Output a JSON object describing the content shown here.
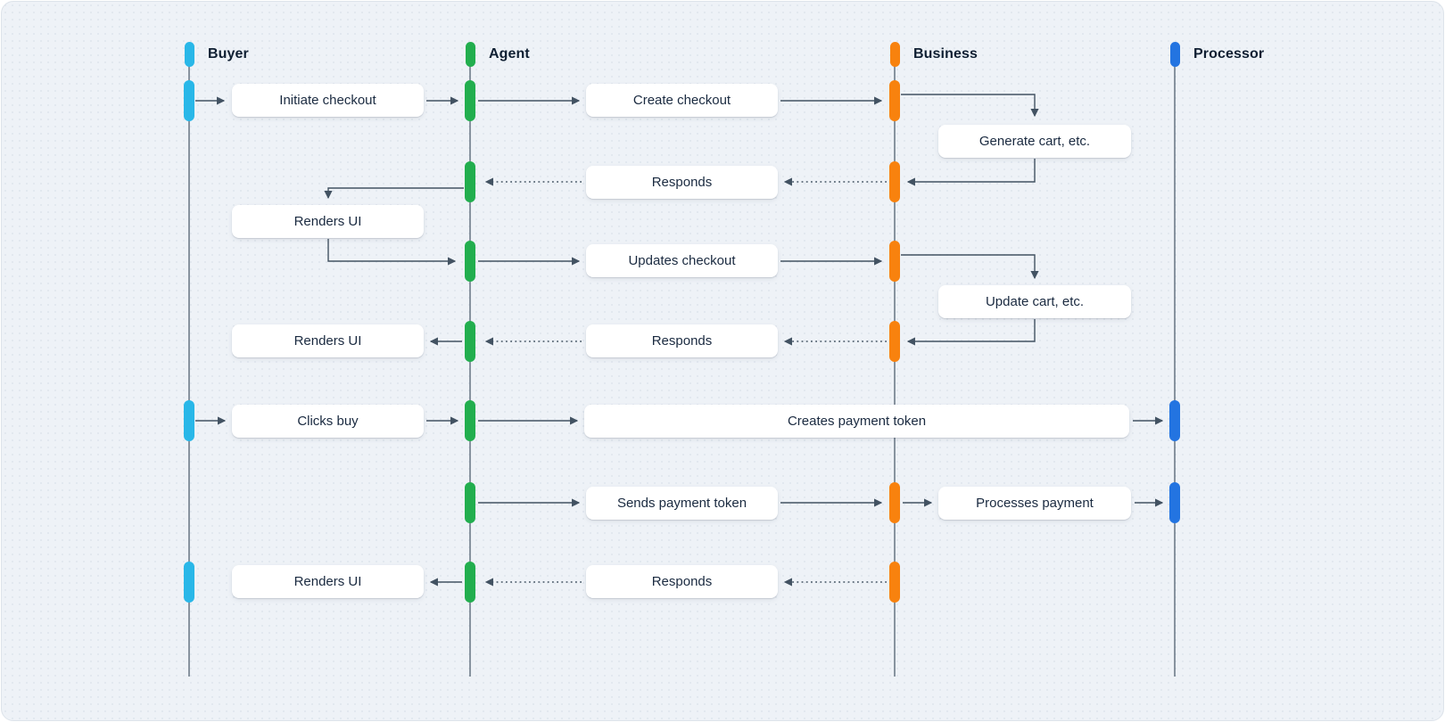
{
  "diagram": {
    "type": "sequence-diagram",
    "background_color": "#eef2f7",
    "dot_grid_color": "#e2e8ef",
    "line_color": "#425262",
    "actors": [
      {
        "label": "Buyer",
        "color": "#29b7e8"
      },
      {
        "label": "Agent",
        "color": "#22ae4e"
      },
      {
        "label": "Business",
        "color": "#f8820e"
      },
      {
        "label": "Processor",
        "color": "#2374e1"
      }
    ],
    "messages": {
      "initiate_checkout": "Initiate checkout",
      "create_checkout": "Create checkout",
      "generate_cart": "Generate cart, etc.",
      "responds_1": "Responds",
      "renders_ui_1": "Renders UI",
      "updates_checkout": "Updates checkout",
      "update_cart": "Update cart, etc.",
      "renders_ui_2": "Renders UI",
      "responds_2": "Responds",
      "clicks_buy": "Clicks buy",
      "creates_payment_token": "Creates payment token",
      "sends_payment_token": "Sends payment token",
      "processes_payment": "Processes payment",
      "renders_ui_3": "Renders UI",
      "responds_3": "Responds"
    }
  }
}
